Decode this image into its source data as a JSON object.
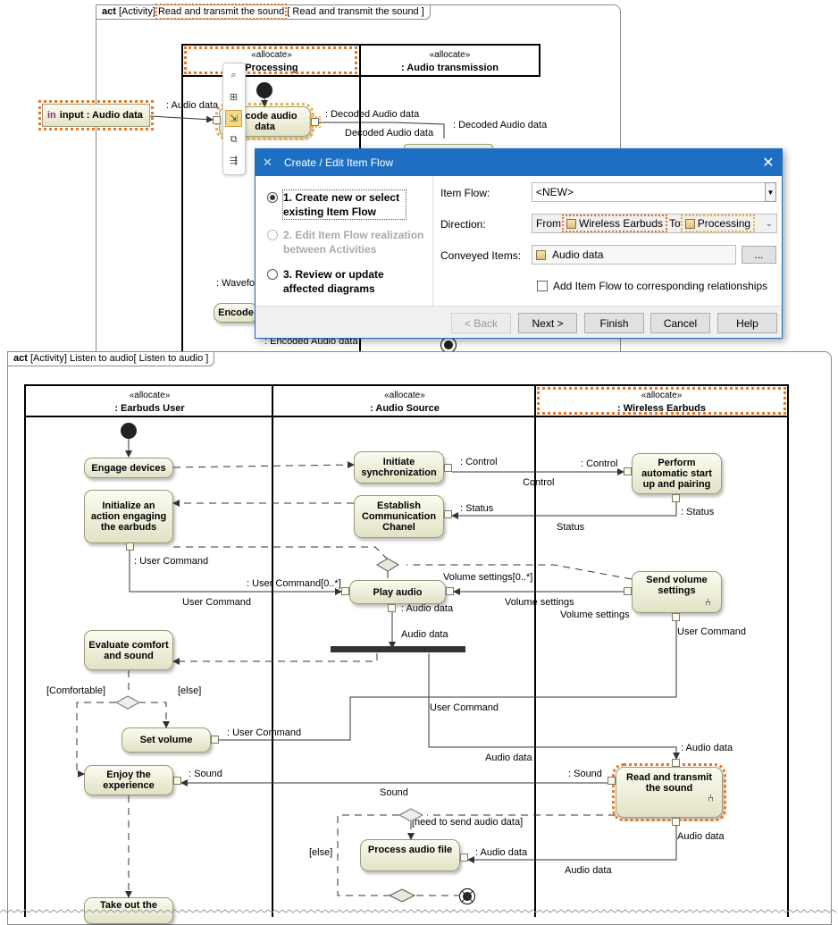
{
  "top_frame": {
    "kw": "act",
    "prefix": "[Activity]",
    "name_selected": "Read and transmit the sound",
    "name_repeat": "[ Read and transmit the sound ]",
    "lanes": [
      {
        "stereotype": "«allocate»",
        "name": "Processing"
      },
      {
        "stereotype": "«allocate»",
        "name": ": Audio transmission"
      }
    ],
    "input_param": {
      "kw": "in",
      "name": "input : Audio data"
    },
    "actions": {
      "encode_audio": "Encode audio\ndata",
      "encode_partial": "Encode"
    },
    "labels": {
      "audio_data_in": ": Audio data",
      "decoded_out": ": Decoded Audio data",
      "decoded_flow": "Decoded Audio data",
      "decoded_in": ": Decoded Audio data",
      "waveform": ": Wavefo",
      "encoded_audio": ": Encoded Audio data"
    }
  },
  "dialog": {
    "title": "Create / Edit Item Flow",
    "close": "✕",
    "steps": [
      {
        "text": "1. Create new or select existing Item Flow",
        "state": "selected"
      },
      {
        "text": "2. Edit Item Flow realization between Activities",
        "state": "disabled"
      },
      {
        "text": "3. Review or update affected diagrams",
        "state": "enabled"
      }
    ],
    "form": {
      "item_flow_label": "Item Flow:",
      "item_flow_value": "<NEW>",
      "direction_label": "Direction:",
      "from_label": "From",
      "from_value": "Wireless Earbuds",
      "to_label": "To",
      "to_value": "Processing",
      "conveyed_label": "Conveyed Items:",
      "conveyed_value": "Audio data",
      "ellipsis": "...",
      "add_checkbox": "Add Item Flow to corresponding relationships"
    },
    "buttons": {
      "back": "< Back",
      "next": "Next >",
      "finish": "Finish",
      "cancel": "Cancel",
      "help": "Help"
    }
  },
  "bottom_frame": {
    "kw": "act",
    "prefix": "[Activity]",
    "name": "Listen to audio",
    "name_repeat": "[ Listen to audio ]",
    "lanes": [
      {
        "stereotype": "«allocate»",
        "name": ": Earbuds User"
      },
      {
        "stereotype": "«allocate»",
        "name": ": Audio Source"
      },
      {
        "stereotype": "«allocate»",
        "name": ": Wireless Earbuds"
      }
    ],
    "actions": {
      "engage": "Engage devices",
      "initialize": "Initialize an action engaging the earbuds",
      "evaluate": "Evaluate comfort and sound",
      "set_volume": "Set volume",
      "enjoy": "Enjoy the experience",
      "take_out": "Take out the",
      "initiate": "Initiate synchronization",
      "establish": "Establish Communication Chanel",
      "play": "Play audio",
      "process": "Process audio file",
      "perform": "Perform automatic start up and pairing",
      "send_volume": "Send volume settings",
      "read_transmit": "Read and transmit the sound"
    },
    "labels": {
      "control_pin": ": Control",
      "control_flow": "Control",
      "control_in": ": Control",
      "status_pin_out": ": Status",
      "status_flow": "Status",
      "status_pin_in": ": Status",
      "user_cmd_out": ": User Command",
      "user_cmd_flow": "User Command",
      "user_cmd_in": ": User Command[0..*]",
      "vol_in": "Volume settings[0..*]",
      "vol_flow": "Volume settings",
      "vol_out": "Volume settings",
      "audio_out": ": Audio data",
      "audio_flow": "Audio data",
      "user_cmd_send": "User Command",
      "user_cmd_flow2": "User Command",
      "user_cmd_set": ": User Command",
      "audio_flow2": "Audio data",
      "audio_in_rt": ": Audio data",
      "sound_out": ": Sound",
      "sound_flow": "Sound",
      "sound_in": ": Sound",
      "audio_rt_out": "Audio data",
      "audio_flow3": "Audio data",
      "audio_proc_in": ": Audio data",
      "guard_comfortable": "[Comfortable]",
      "guard_else": "[else]",
      "guard_need": "[need to send audio data]",
      "guard_else2": "[else]"
    }
  },
  "colors": {
    "selection_orange": "#e87722",
    "selection_yellow": "#f0b030",
    "dialog_title": "#1e6fc4"
  }
}
